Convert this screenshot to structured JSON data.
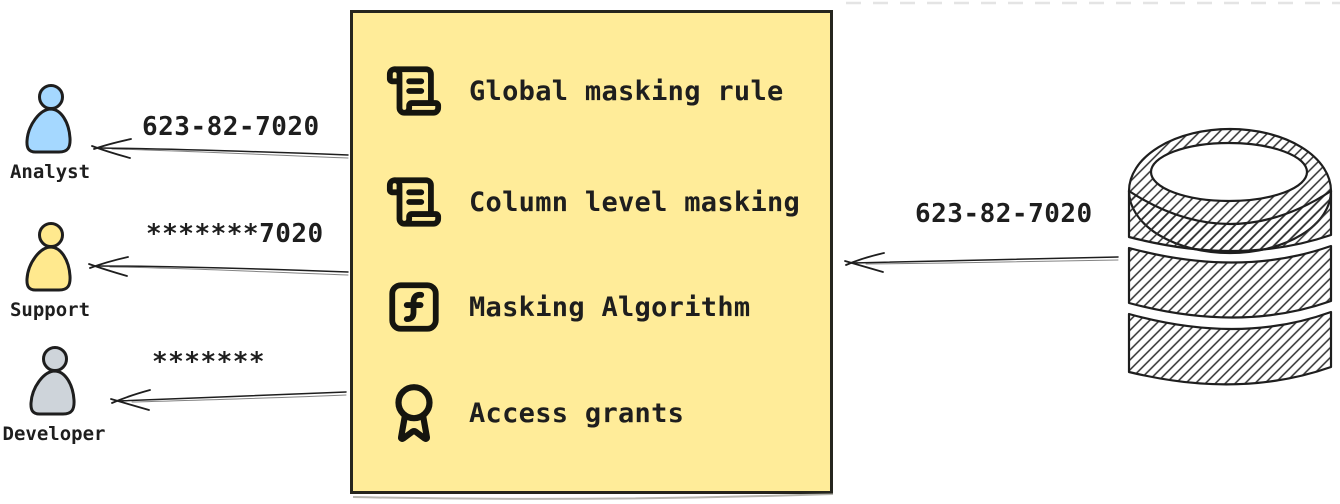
{
  "personas": [
    {
      "name": "Analyst",
      "received_value": "623-82-7020",
      "fill": "#a5d8ff",
      "icon": "person-icon"
    },
    {
      "name": "Support",
      "received_value": "*******7020",
      "fill": "#ffe98e",
      "icon": "person-icon"
    },
    {
      "name": "Developer",
      "received_value": "*******",
      "fill": "#ced4da",
      "icon": "person-icon"
    }
  ],
  "masking_box": {
    "fill": "#ffec99",
    "border_color": "#1e1e1e",
    "items": [
      {
        "icon": "scroll-text-icon",
        "label": "Global masking rule"
      },
      {
        "icon": "scroll-text-icon",
        "label": "Column level masking"
      },
      {
        "icon": "function-square-icon",
        "label": "Masking Algorithm"
      },
      {
        "icon": "award-icon",
        "label": "Access grants"
      }
    ]
  },
  "database": {
    "icon": "database-icon",
    "outgoing_value": "623-82-7020"
  },
  "colors": {
    "ink": "#1e1e1e",
    "analyst_fill": "#a5d8ff",
    "support_fill": "#ffe98e",
    "developer_fill": "#ced4da",
    "box_fill": "#ffec99",
    "faint_guide": "#e4e4e4"
  }
}
